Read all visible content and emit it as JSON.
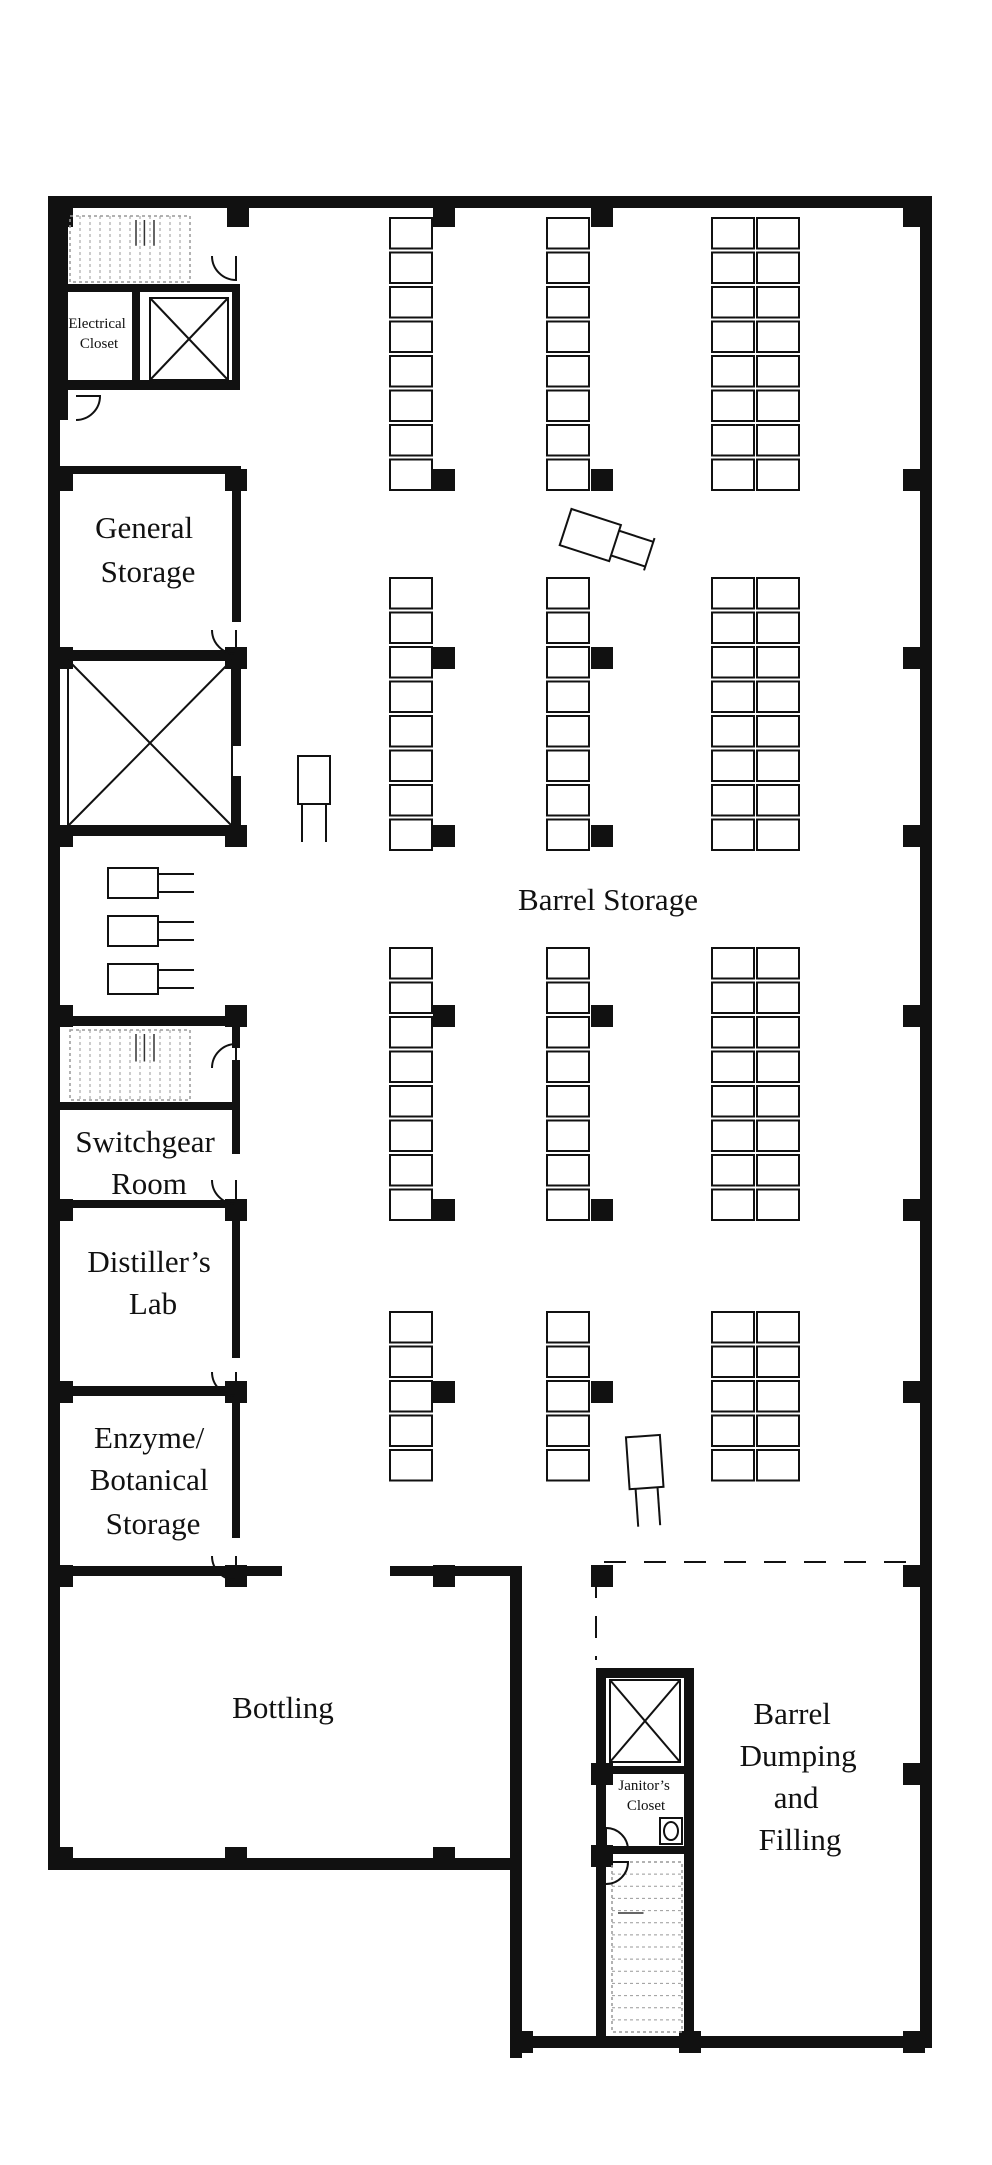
{
  "rooms": {
    "electrical_closet": [
      "Electrical",
      "Closet"
    ],
    "general_storage": [
      "General",
      "Storage"
    ],
    "barrel_storage": "Barrel Storage",
    "switchgear_room": [
      "Switchgear",
      "Room"
    ],
    "distillers_lab": [
      "Distiller’s",
      "Lab"
    ],
    "enzyme_botanical_storage": [
      "Enzyme/",
      "Botanical",
      "Storage"
    ],
    "bottling": "Bottling",
    "janitors_closet": [
      "Janitor’s",
      "Closet"
    ],
    "barrel_dumping_filling": [
      "Barrel",
      "Dumping",
      "and",
      "Filling"
    ]
  },
  "colors": {
    "wall": "#111111",
    "background": "#ffffff",
    "fixture_stroke": "#111111",
    "stair_tread": "#999999"
  },
  "icons": {
    "elevator": "x-box-icon",
    "stairs": "stairs-icon",
    "door": "door-swing-icon",
    "forklift": "forklift-icon",
    "barrel_rack": "barrel-rack-icon",
    "sink": "sink-icon"
  }
}
